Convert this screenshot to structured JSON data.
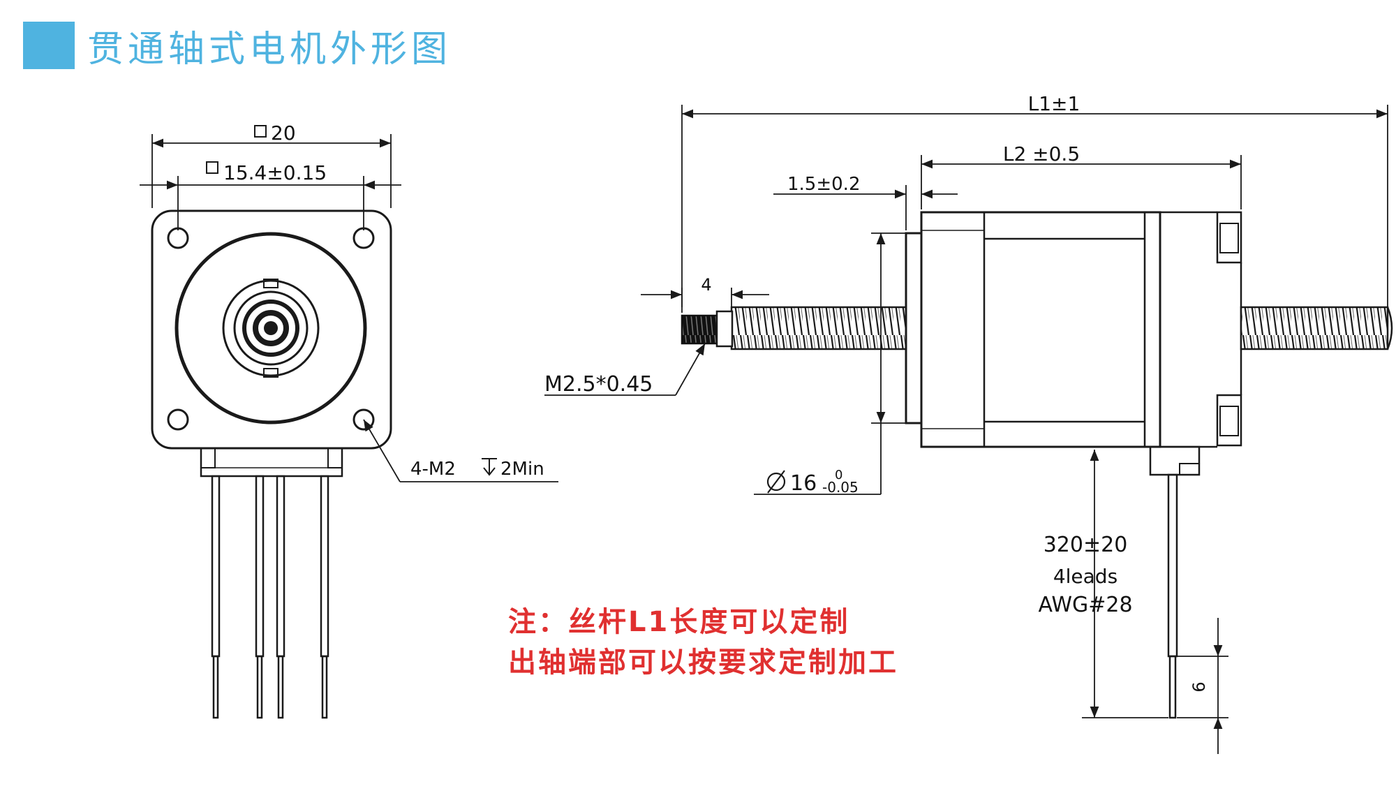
{
  "header": {
    "title": "贯通轴式电机外形图",
    "accent_color": "#4fb3e0"
  },
  "front_view": {
    "outer_square": "20",
    "hole_spacing": "15.4±0.15",
    "mount_holes": "4-M2",
    "hole_depth": "2Min"
  },
  "side_view": {
    "total_length": "L1±1",
    "body_length": "L2 ±0.5",
    "flange_thickness": "1.5±0.2",
    "thread_length": "4",
    "thread_spec": "M2.5*0.45",
    "pilot_diameter": "16",
    "pilot_tol_upper": "0",
    "pilot_tol_lower": "-0.05",
    "lead_length": "320±20",
    "lead_count": "4leads",
    "wire_gauge": "AWG#28",
    "strip_length": "6"
  },
  "notes": {
    "line1": "注：丝杆L1长度可以定制",
    "line2": "出轴端部可以按要求定制加工",
    "color": "#e03030"
  },
  "colors": {
    "line": "#1a1a1a"
  }
}
